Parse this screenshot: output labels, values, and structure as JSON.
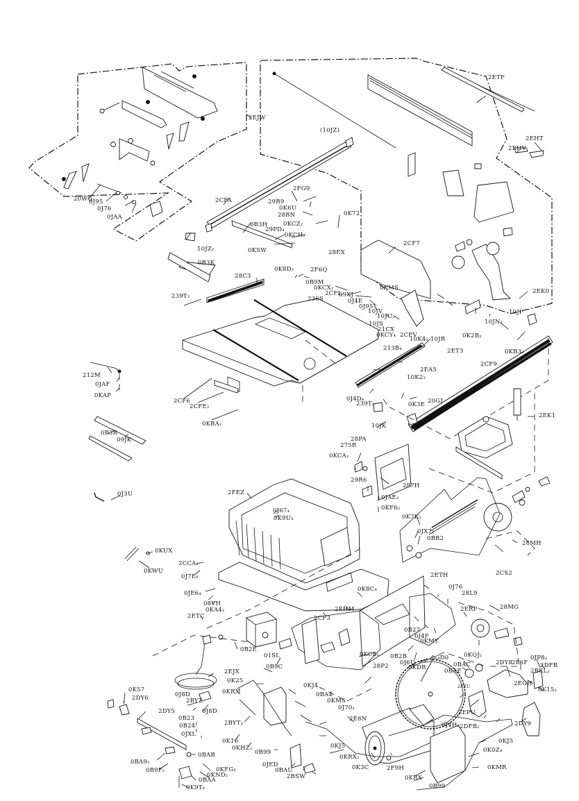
{
  "diagram": {
    "title": "Table saw exploded parts diagram",
    "callouts": [
      {
        "id": "2EJW",
        "text": "2EJW"
      },
      {
        "id": "20WQ",
        "text": "20WQ"
      },
      {
        "id": "0J95a",
        "text": "0J95"
      },
      {
        "id": "0J76a",
        "text": "0J76"
      },
      {
        "id": "0JAA",
        "text": "0JAA"
      },
      {
        "id": "10JZ",
        "text": "(10JZ)"
      },
      {
        "id": "2CFA",
        "text": "2CFA"
      },
      {
        "id": "10JZ2",
        "text": "10JZ₂"
      },
      {
        "id": "0B3H",
        "text": "0B3H"
      },
      {
        "id": "29PD4",
        "text": "29PD₄"
      },
      {
        "id": "0KSW",
        "text": "0KSW"
      },
      {
        "id": "0KCH2",
        "text": "0KCH₂"
      },
      {
        "id": "2FG9",
        "text": "2FG9"
      },
      {
        "id": "29R9",
        "text": "29R9"
      },
      {
        "id": "0K6U",
        "text": "0K6U"
      },
      {
        "id": "28BN",
        "text": "28BN"
      },
      {
        "id": "0KCZ2",
        "text": "0KCZ₂"
      },
      {
        "id": "0K72",
        "text": "0K72"
      },
      {
        "id": "28EX",
        "text": "28EX"
      },
      {
        "id": "2ETF",
        "text": "2ETF"
      },
      {
        "id": "2EHT",
        "text": "2EHT"
      },
      {
        "id": "2EHV",
        "text": "2EHV"
      },
      {
        "id": "2CF7",
        "text": "2CF7"
      },
      {
        "id": "2EK0",
        "text": "2EK0"
      },
      {
        "id": "0B3K",
        "text": "0B3K"
      },
      {
        "id": "28C3",
        "text": "28C3"
      },
      {
        "id": "239T2a",
        "text": "239T₂"
      },
      {
        "id": "0K8D2",
        "text": "0K8D₂"
      },
      {
        "id": "2F6Q",
        "text": "2F6Q"
      },
      {
        "id": "0B9M",
        "text": "0B9M"
      },
      {
        "id": "0KCX2",
        "text": "0KCX₂"
      },
      {
        "id": "2CFL",
        "text": "2CFL"
      },
      {
        "id": "236S",
        "text": "236S"
      },
      {
        "id": "09XJ",
        "text": "09XJ"
      },
      {
        "id": "0J4E",
        "text": "0J4E"
      },
      {
        "id": "0KMSa",
        "text": "0KMS"
      },
      {
        "id": "0J95b",
        "text": "0J95"
      },
      {
        "id": "10JV",
        "text": "10JV"
      },
      {
        "id": "10JU2",
        "text": "10JU₂"
      },
      {
        "id": "10JS",
        "text": "10JS"
      },
      {
        "id": "21CX",
        "text": "21CX"
      },
      {
        "id": "0KCY4",
        "text": "0KCY₄"
      },
      {
        "id": "2CFV",
        "text": "2CFV"
      },
      {
        "id": "10K42",
        "text": "10K4₂"
      },
      {
        "id": "10JR",
        "text": "10JR"
      },
      {
        "id": "213B4",
        "text": "213B₄"
      },
      {
        "id": "10JN2",
        "text": "10JN₂"
      },
      {
        "id": "0K2B2",
        "text": "0K2B₂"
      },
      {
        "id": "10JP",
        "text": "10JP"
      },
      {
        "id": "2ET3",
        "text": "2ET3"
      },
      {
        "id": "0KB32",
        "text": "0KB3₂"
      },
      {
        "id": "2CF9",
        "text": "2CF9"
      },
      {
        "id": "2EA5",
        "text": "2EA5"
      },
      {
        "id": "10K22",
        "text": "10K2₂"
      },
      {
        "id": "0J4D4",
        "text": "0J4D₄"
      },
      {
        "id": "239T2b",
        "text": "239T₂"
      },
      {
        "id": "0K3E",
        "text": "0K3E"
      },
      {
        "id": "20GJ",
        "text": "20GJ"
      },
      {
        "id": "10JK",
        "text": "10JK"
      },
      {
        "id": "2EK1",
        "text": "2EK1"
      },
      {
        "id": "212M",
        "text": "212M"
      },
      {
        "id": "0JAF",
        "text": "0JAF"
      },
      {
        "id": "0KAP",
        "text": "0KAP"
      },
      {
        "id": "2CF6",
        "text": "2CF6"
      },
      {
        "id": "2CFE2",
        "text": "2CFE₂"
      },
      {
        "id": "0KBA2",
        "text": "0KBA₂"
      },
      {
        "id": "0B3R",
        "text": "0B3R"
      },
      {
        "id": "09JK",
        "text": "09JK"
      },
      {
        "id": "0J3U",
        "text": "0J3U"
      },
      {
        "id": "28PA",
        "text": "28PA"
      },
      {
        "id": "275R",
        "text": "275R"
      },
      {
        "id": "0KCA2",
        "text": "0KCA₂"
      },
      {
        "id": "29R6",
        "text": "29R6"
      },
      {
        "id": "287H",
        "text": "287H"
      },
      {
        "id": "0JAE2",
        "text": "0JAE₂"
      },
      {
        "id": "0KF62",
        "text": "0KF6₂"
      },
      {
        "id": "2FEZ",
        "text": "2FEZ"
      },
      {
        "id": "0J674",
        "text": "0J67₄"
      },
      {
        "id": "0K9U4",
        "text": "0K9U₄"
      },
      {
        "id": "0K7K2",
        "text": "0K7K₂"
      },
      {
        "id": "0JX72",
        "text": "0JX7₂"
      },
      {
        "id": "0BB2",
        "text": "0BB2"
      },
      {
        "id": "28MH",
        "text": "28MH"
      },
      {
        "id": "2CS2",
        "text": "2CS2"
      },
      {
        "id": "0KUX",
        "text": "0KUX"
      },
      {
        "id": "0KWU",
        "text": "0KWU"
      },
      {
        "id": "2CCA2",
        "text": "2CCA₂"
      },
      {
        "id": "0J7E8",
        "text": "0J7E₈"
      },
      {
        "id": "0JE64",
        "text": "0JE6₄"
      },
      {
        "id": "08VH",
        "text": "08VH"
      },
      {
        "id": "0KA42",
        "text": "0KA4₂"
      },
      {
        "id": "2ETH",
        "text": "2ETH"
      },
      {
        "id": "0J76b",
        "text": "0J76"
      },
      {
        "id": "28L9",
        "text": "28L9"
      },
      {
        "id": "0K8C4",
        "text": "0K8C₄"
      },
      {
        "id": "2EHM",
        "text": "2EHM"
      },
      {
        "id": "2CF3",
        "text": "2CF3"
      },
      {
        "id": "2ERP",
        "text": "2ERP"
      },
      {
        "id": "28MG",
        "text": "28MG"
      },
      {
        "id": "2ETC",
        "text": "2ETC"
      },
      {
        "id": "0B2E",
        "text": "0B2E"
      },
      {
        "id": "01SL",
        "text": "01SL"
      },
      {
        "id": "0KC82",
        "text": "0KC8₂"
      },
      {
        "id": "0B27",
        "text": "0B27"
      },
      {
        "id": "0J4F",
        "text": "0J4F"
      },
      {
        "id": "0KMY",
        "text": "0KMY"
      },
      {
        "id": "0KQJ2",
        "text": "0KQJ₂"
      },
      {
        "id": "0B2B",
        "text": "0B2B"
      },
      {
        "id": "0J6U",
        "text": "0J6U"
      },
      {
        "id": "0KDR",
        "text": "0KDR"
      },
      {
        "id": "0GD0",
        "text": "0GD0"
      },
      {
        "id": "0BAC",
        "text": "0BAC"
      },
      {
        "id": "0BAE",
        "text": "0BAE"
      },
      {
        "id": "2DY8",
        "text": "2DY8"
      },
      {
        "id": "2F6F",
        "text": "2F6F"
      },
      {
        "id": "0JP82",
        "text": "0JP8₂"
      },
      {
        "id": "2DFB",
        "text": "2DFB"
      },
      {
        "id": "2BEL2",
        "text": "2BEL₂"
      },
      {
        "id": "2EGH",
        "text": "2EGH"
      },
      {
        "id": "0K152",
        "text": "0K15₂"
      },
      {
        "id": "2FEU",
        "text": "2FEU"
      },
      {
        "id": "2EPU",
        "text": "2EPU"
      },
      {
        "id": "0J4H2",
        "text": "0J4H₂"
      },
      {
        "id": "2DFB2",
        "text": "2DFB₂"
      },
      {
        "id": "2DY9",
        "text": "2DY9"
      },
      {
        "id": "28P2",
        "text": "28P2"
      },
      {
        "id": "2EJX",
        "text": "2EJX"
      },
      {
        "id": "0B9C",
        "text": "0B9C"
      },
      {
        "id": "0K25",
        "text": "0K25"
      },
      {
        "id": "0KRXa",
        "text": "0KRX"
      },
      {
        "id": "0J8Da",
        "text": "0J8D"
      },
      {
        "id": "2BYZ",
        "text": "2BYZ"
      },
      {
        "id": "0J8Db",
        "text": "0J8D"
      },
      {
        "id": "0KJ4",
        "text": "0KJ4"
      },
      {
        "id": "0BA4",
        "text": "0BA4"
      },
      {
        "id": "0KMSb",
        "text": "0KMS"
      },
      {
        "id": "0J702",
        "text": "0J70₂"
      },
      {
        "id": "2E8N",
        "text": "2E8N"
      },
      {
        "id": "0K57",
        "text": "0K57"
      },
      {
        "id": "2DY6",
        "text": "2DY6"
      },
      {
        "id": "2DY5",
        "text": "2DY5"
      },
      {
        "id": "0B23",
        "text": "0B23"
      },
      {
        "id": "0B24",
        "text": "0B24"
      },
      {
        "id": "0JXL",
        "text": "0JXL"
      },
      {
        "id": "2BYT2",
        "text": "2BYT₂"
      },
      {
        "id": "0K16",
        "text": "0K16"
      },
      {
        "id": "0KHZ2",
        "text": "0KHZ₂"
      },
      {
        "id": "0B99a",
        "text": "0B99"
      },
      {
        "id": "0KJ5a",
        "text": "0KJ5"
      },
      {
        "id": "0KRX2",
        "text": "0KRX₂"
      },
      {
        "id": "0K3C",
        "text": "0K3C"
      },
      {
        "id": "2F9H",
        "text": "2F9H"
      },
      {
        "id": "0JED",
        "text": "0JED"
      },
      {
        "id": "0BAU",
        "text": "0BAU"
      },
      {
        "id": "2BSW",
        "text": "2BSW"
      },
      {
        "id": "0BAB",
        "text": "0BAB"
      },
      {
        "id": "0BA92",
        "text": "0BA9₂"
      },
      {
        "id": "0B9F2",
        "text": "0B9F₂"
      },
      {
        "id": "0KFG2",
        "text": "0KFG₂"
      },
      {
        "id": "0KND2",
        "text": "0KND₂"
      },
      {
        "id": "0BAA",
        "text": "0BAA"
      },
      {
        "id": "0K9T6",
        "text": "0K9T₆"
      },
      {
        "id": "0KRXb",
        "text": "0KRX"
      },
      {
        "id": "0B99b",
        "text": "0B99"
      },
      {
        "id": "0KJ5b",
        "text": "0KJ5"
      },
      {
        "id": "0K0Z4",
        "text": "0K0Z₄"
      },
      {
        "id": "0KMR",
        "text": "0KMR"
      }
    ]
  }
}
